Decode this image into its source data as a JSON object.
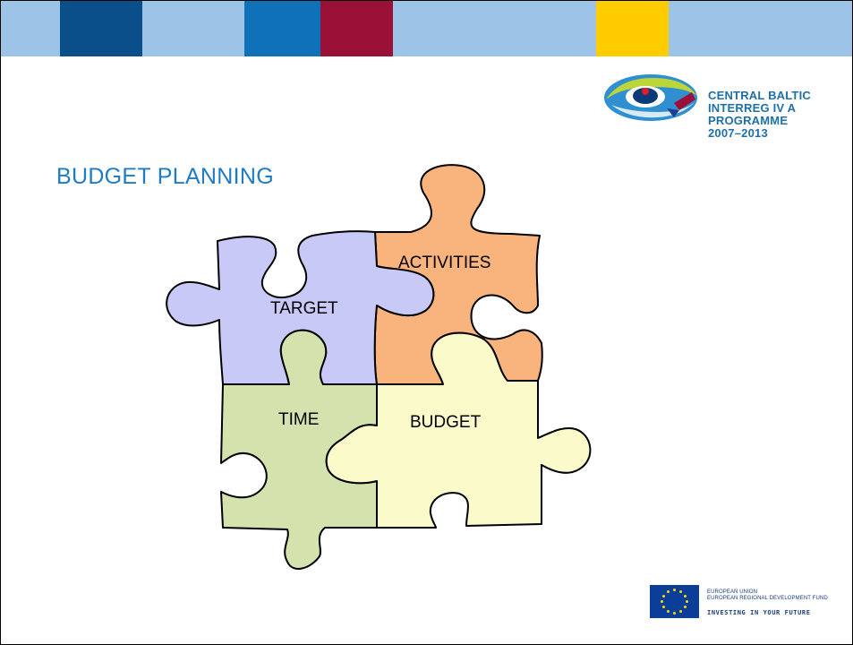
{
  "header": {
    "colors": {
      "base": "#9dc3e6",
      "dark_blue": "#0b4f8a",
      "blue": "#0f72b9",
      "crimson": "#9b1037",
      "yellow": "#ffcc00"
    }
  },
  "logo": {
    "lines": [
      "CENTRAL BALTIC",
      "INTERREG IV A",
      "PROGRAMME",
      "2007–2013"
    ]
  },
  "slide": {
    "title": "BUDGET PLANNING"
  },
  "puzzle": {
    "pieces": [
      {
        "label": "TARGET",
        "color": "#c9c9f7"
      },
      {
        "label": "ACTIVITIES",
        "color": "#f9b37c"
      },
      {
        "label": "TIME",
        "color": "#d4e3ae"
      },
      {
        "label": "BUDGET",
        "color": "#fafacb"
      }
    ]
  },
  "eu": {
    "line1": "EUROPEAN UNION",
    "line2": "EUROPEAN REGIONAL DEVELOPMENT FUND",
    "line3": "INVESTING IN YOUR FUTURE"
  }
}
